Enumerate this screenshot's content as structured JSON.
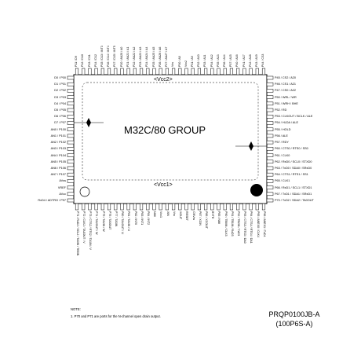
{
  "chip": {
    "name": "M32C/80 GROUP",
    "vcc2": "<Vcc2>",
    "vcc1": "<Vcc1>"
  },
  "package": {
    "code": "PRQP0100JB-A",
    "alt": "(100P6S-A)"
  },
  "note": {
    "heading": "NOTE:",
    "text": "1. P70 and P71 are ports for the N-channel open drain output."
  },
  "pins": {
    "top": [
      "P11 / D9",
      "P12 / D10",
      "P13 / D11",
      "P14 / D12",
      "P15 / D13 / INT3",
      "P16 / D14 / INT4",
      "P17 / D15 / INT5",
      "P20 / AN20 / A0",
      "P21 / AN21 / A1",
      "P22 / AN22 / A2",
      "P23 / AN23 / A3",
      "P24 / AN24 / A4",
      "P25 / AN25 / A5",
      "P26 / AN26 / A6",
      "P27 / AN27 / A7",
      "Vss",
      "P30 / A8",
      "Vcc2",
      "P31 / A9",
      "P32 / A10",
      "P33 / A11",
      "P34 / A12",
      "P35 / A13",
      "P36 / A14",
      "P37 / A15",
      "P40 / A16",
      "P41 / A17",
      "P42 / A18",
      "P43 / A19",
      "P44 / CS3"
    ],
    "right": [
      "P45 / CS2 / A20",
      "P46 / CS1 / A21",
      "P47 / CS0 / A22",
      "P50 / WRL / WR",
      "P51 / WRH / BHE",
      "P52 / RD",
      "P53 / CLKOUT / BCLK / ALE",
      "P54 / HLDA / ALE",
      "P55 / HOLD",
      "P56 / ALE",
      "P57 / RDY",
      "P60 / CTS0 / RTS0 / SS0",
      "P61 / CLK0",
      "P62 / RxD0 / SCL0 / STXD0",
      "P63 / TxD0 / SDA0 / SRxD0",
      "P64 / CTS1 / RTS1 / SS1",
      "P65 / CLK1",
      "P66 / RxD1 / SCL1 / STXD1",
      "P67 / TxD1 / SDA1 / SRxD1",
      "P70 / TxD2 / SDA2 / TA0OUT"
    ],
    "bottom": [
      "P71 / RxD2 / SCL2 / TA0IN / TB5IN",
      "P72 / CLK2 / TA1OUT / V",
      "P73 / CTS2 / RTS2 / TA1IN / V",
      "P74 / TA2OUT / W",
      "P75 / TA2IN / W",
      "P76 / TA3OUT",
      "P77 / TA3IN",
      "P80 / TA4OUT / U",
      "P81 / TA4IN / U",
      "P82 / INT0",
      "P83 / INT1",
      "P84 / INT2",
      "NMI",
      "Vcc1",
      "XIN",
      "Vss",
      "XOUT",
      "RESET",
      "CNVss",
      "P87 / XCIN",
      "P86 / XCOUT",
      "BYTE",
      "P85 / NMI",
      "P90 / TB0IN / CLK3",
      "P91 / TB1IN / RxD3",
      "P92 / TB2IN / TxD3",
      "P93 / CTS3 / RTS3 / DA0",
      "P94 / CTS4 / RTS4 / DA1",
      "P95 / ANEX0 / CLK4",
      "P96 / ANEX1 / TxD4"
    ],
    "left": [
      "D0 / P00",
      "D1 / P01",
      "D2 / P02",
      "D3 / P03",
      "D4 / P04",
      "D5 / P05",
      "D6 / P06",
      "D7 / P07",
      "AN0 / P100",
      "AN1 / P101",
      "AN2 / P102",
      "AN3 / P103",
      "AN4 / P104",
      "AN5 / P105",
      "AN6 / P106",
      "AN7 / P107",
      "AVss",
      "VREF",
      "AVcc",
      "RxD4 / ADTRG / P97"
    ]
  }
}
